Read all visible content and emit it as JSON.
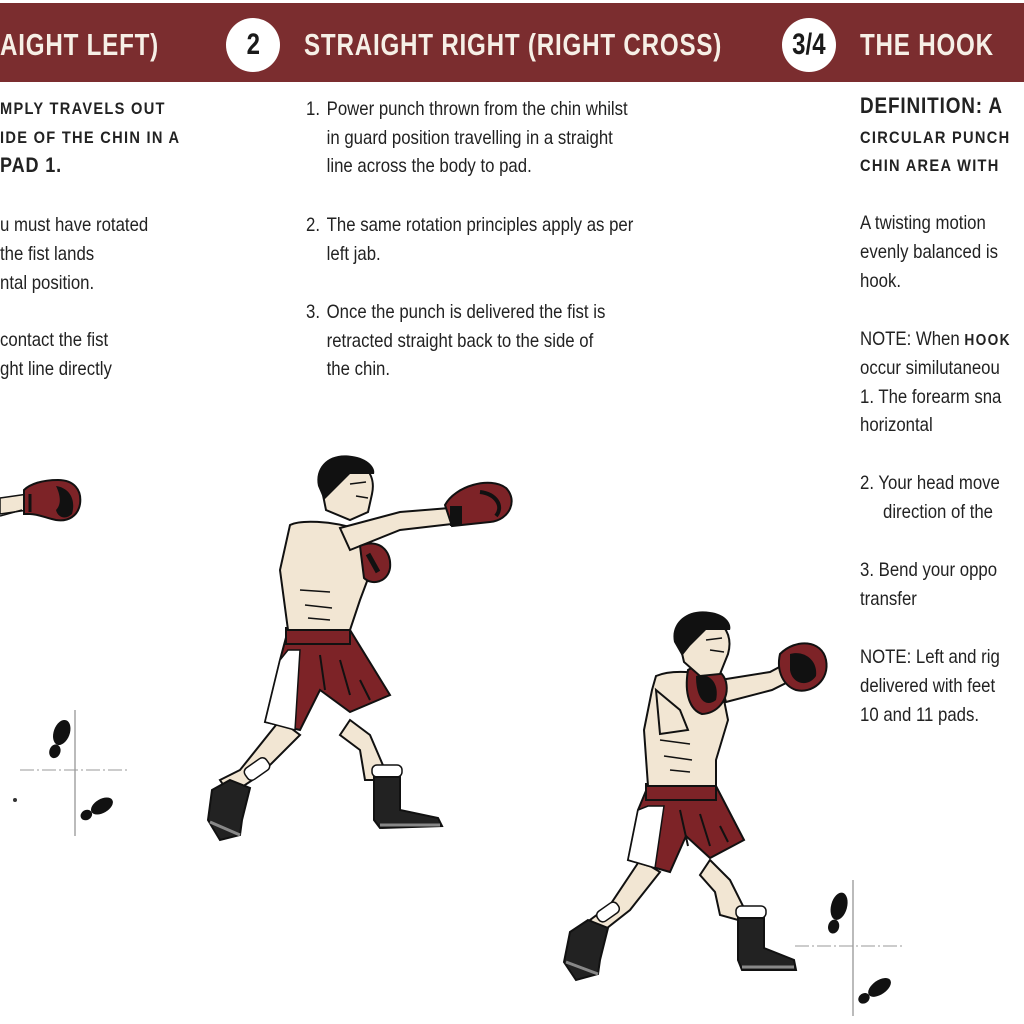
{
  "header": {
    "section1": {
      "title": "AIGHT LEFT)"
    },
    "section2": {
      "number": "2",
      "title": "STRAIGHT RIGHT (RIGHT CROSS)"
    },
    "section3": {
      "number": "3/4",
      "title": "THE HOOK"
    }
  },
  "colors": {
    "band": "#7b2d2f",
    "glove": "#7d2327",
    "skin": "#f2e6d3",
    "ink": "#111111"
  },
  "left_column": {
    "caps_lines": [
      "MPLY TRAVELS OUT",
      "IDE OF THE CHIN IN A",
      "PAD 1."
    ],
    "para2": [
      "u must have rotated",
      "the fist lands",
      "ntal position."
    ],
    "para3": [
      "contact the fist",
      "ght line directly"
    ]
  },
  "middle_column": {
    "items": [
      {
        "num": "1.",
        "lines": [
          "Power punch thrown from the chin whilst",
          "in guard position travelling in a straight",
          "line across the body to pad."
        ]
      },
      {
        "num": "2.",
        "lines": [
          "The same rotation principles apply as per",
          "left jab."
        ]
      },
      {
        "num": "3.",
        "lines": [
          "Once the punch is delivered the fist is",
          "retracted straight back to the side of",
          "the chin."
        ]
      }
    ]
  },
  "right_column": {
    "definition_label": "DEFINITION: A",
    "definition_caps": [
      "CIRCULAR PUNCH",
      "CHIN AREA WITH"
    ],
    "para1": [
      "A twisting motion",
      "evenly balanced is",
      "hook."
    ],
    "note1_prefix": "NOTE: When ",
    "note1_caps": "HOOK",
    "note1_rest": [
      "occur similutaneou"
    ],
    "item1": "1. The forearm sna",
    "item1_cont": "horizontal",
    "item2": [
      "2. Your head move",
      "direction of the"
    ],
    "item3": [
      "3. Bend your oppo",
      "transfer"
    ],
    "note2": [
      "NOTE: Left and rig",
      "delivered with feet",
      "10 and 11 pads."
    ]
  },
  "illustrations": {
    "figure1": "boxer-jab-partial",
    "figure2": "boxer-straight-right",
    "figure3": "boxer-hook",
    "footprints1": "footprint-diagram",
    "footprints3": "footprint-diagram"
  }
}
